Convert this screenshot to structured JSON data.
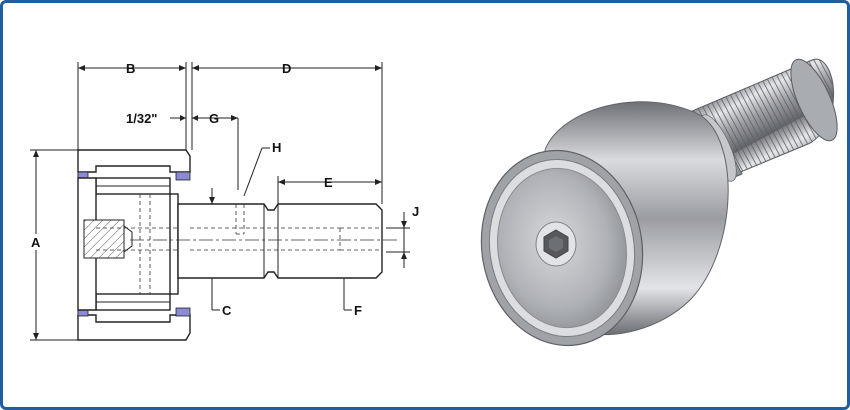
{
  "diagram": {
    "labels": {
      "a": "A",
      "b": "B",
      "c": "C",
      "d": "D",
      "e": "E",
      "f": "F",
      "g": "G",
      "h": "H",
      "j": "J",
      "clearance": "1/32\""
    }
  },
  "colors": {
    "frame_border": "#1f5fa0",
    "seal": "#8a8ad6",
    "steel": "#b9bcc1"
  }
}
